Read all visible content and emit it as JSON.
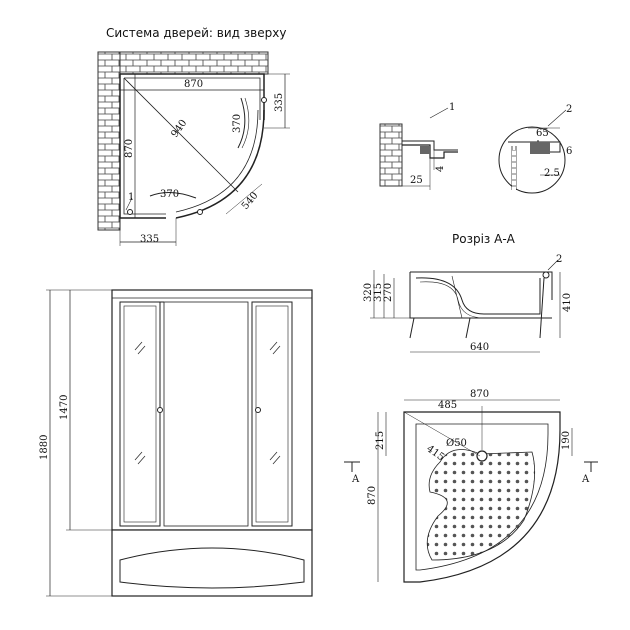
{
  "titles": {
    "top_view": "Система дверей: вид зверху",
    "section": "Розріз А-А"
  },
  "top_view": {
    "width": "870",
    "depth": "870",
    "diagonal": "940",
    "side_panel_top": "335",
    "side_panel_bottom": "335",
    "door_right": "370",
    "door_bottom": "370",
    "opening": "540",
    "callout": "1"
  },
  "detail_1": {
    "callout": "1",
    "dim_horizontal": "25",
    "dim_vertical": "4"
  },
  "detail_2": {
    "callout": "2",
    "dim_top": "65",
    "dim_side": "6",
    "dim_lower": "2.5"
  },
  "front_view": {
    "total_height": "1880",
    "cabin_height": "1470"
  },
  "section_aa": {
    "callout": "2",
    "h1": "320",
    "h2": "315",
    "h3": "270",
    "right_height": "410",
    "length": "640"
  },
  "tray_plan": {
    "width": "870",
    "drain_offset_x": "485",
    "drain_offset_left": "215",
    "drain_offset_right": "190",
    "drain_diameter": "Ø50",
    "radius": "415",
    "depth": "870",
    "section_mark_left": "A",
    "section_mark_right": "A"
  }
}
